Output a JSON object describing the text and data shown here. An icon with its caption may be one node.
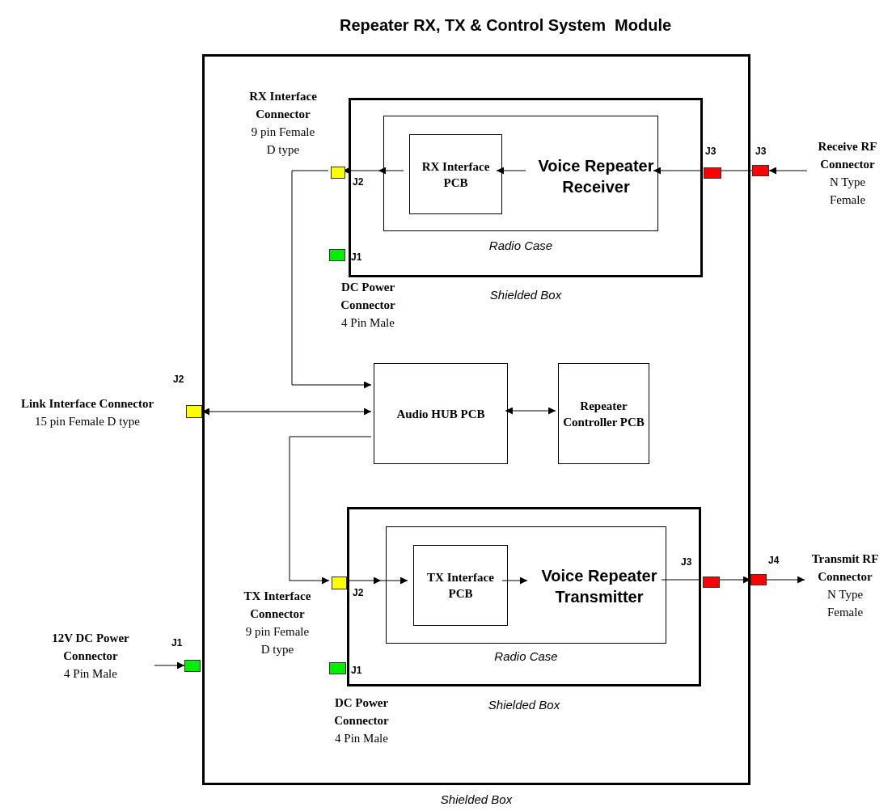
{
  "diagram": {
    "title": "Repeater RX, TX & Control System  Module",
    "nodes": [
      {
        "text": [
          "Shielded Box"
        ]
      },
      {
        "text": [
          "Shielded Box"
        ],
        "in": 0
      },
      {
        "text": [
          "Radio Case"
        ],
        "in": 1
      },
      {
        "text": [
          "RX Interface PCB"
        ],
        "in": 2
      },
      {
        "text": [
          "Voice Repeater Receiver"
        ],
        "in": 2
      },
      {
        "text": [],
        "shape": "box",
        "in": 0,
        "beside": [
          "J2",
          "RX Interface Connector",
          "9 pin Female D type"
        ]
      },
      {
        "text": [],
        "shape": "box",
        "in": 0,
        "beside": [
          "J1",
          "DC Power Connector",
          "4 Pin Male"
        ]
      },
      {
        "text": [],
        "shape": "box",
        "in": 0,
        "beside": [
          "J3"
        ]
      },
      {
        "text": [],
        "shape": "box",
        "beside": [
          "J3"
        ]
      },
      {
        "text": [
          "Audio HUB PCB"
        ],
        "in": 0
      },
      {
        "text": [
          "Repeater Controller PCB"
        ],
        "in": 0
      },
      {
        "text": [],
        "shape": "box",
        "beside": [
          "J2",
          "Link Interface Connector",
          "15 pin Female D type"
        ]
      },
      {
        "text": [
          "Shielded Box"
        ],
        "in": 0
      },
      {
        "text": [
          "Radio Case"
        ],
        "in": 12
      },
      {
        "text": [
          "TX Interface PCB"
        ],
        "in": 13
      },
      {
        "text": [
          "Voice Repeater Transmitter"
        ],
        "in": 13
      },
      {
        "text": [],
        "shape": "box",
        "in": 0,
        "beside": [
          "J2",
          "TX Interface Connector",
          "9 pin Female D type"
        ]
      },
      {
        "text": [],
        "shape": "box",
        "in": 0,
        "beside": [
          "J1",
          "DC Power Connector",
          "4 Pin Male"
        ]
      },
      {
        "text": [],
        "shape": "box",
        "in": 0,
        "beside": [
          "J3"
        ]
      },
      {
        "text": [],
        "shape": "box",
        "beside": [
          "J4"
        ]
      },
      {
        "text": [],
        "shape": "box",
        "beside": [
          "J1",
          "12V DC Power Connector",
          "4 Pin Male"
        ]
      },
      {
        "text": [
          "Receive RF Connector",
          "N Type Female"
        ]
      },
      {
        "text": [
          "Transmit RF Connector",
          "N Type Female"
        ]
      }
    ],
    "edges": [
      {
        "from": 21,
        "to": 8,
        "arrow": "to"
      },
      {
        "from": 8,
        "to": 7,
        "arrow": "none"
      },
      {
        "from": 7,
        "to": 2,
        "arrow": "to"
      },
      {
        "from": 4,
        "to": 3,
        "arrow": "to"
      },
      {
        "from": 3,
        "to": 2,
        "arrow": "to"
      },
      {
        "from": 2,
        "to": 5,
        "arrow": "to"
      },
      {
        "from": 5,
        "to": 9,
        "arrow": "to"
      },
      {
        "from": 11,
        "to": 9,
        "arrow": "both"
      },
      {
        "from": 9,
        "to": 10,
        "arrow": "both"
      },
      {
        "from": 9,
        "to": 16,
        "arrow": "to"
      },
      {
        "from": 16,
        "to": 13,
        "arrow": "to"
      },
      {
        "from": 13,
        "to": 14,
        "arrow": "to"
      },
      {
        "from": 14,
        "to": 15,
        "arrow": "to"
      },
      {
        "from": 13,
        "to": 18,
        "arrow": "none"
      },
      {
        "from": 18,
        "to": 19,
        "arrow": "to"
      },
      {
        "from": 19,
        "to": 22,
        "arrow": "to"
      },
      {
        "from": null,
        "to": 20,
        "arrow": "to"
      }
    ]
  }
}
